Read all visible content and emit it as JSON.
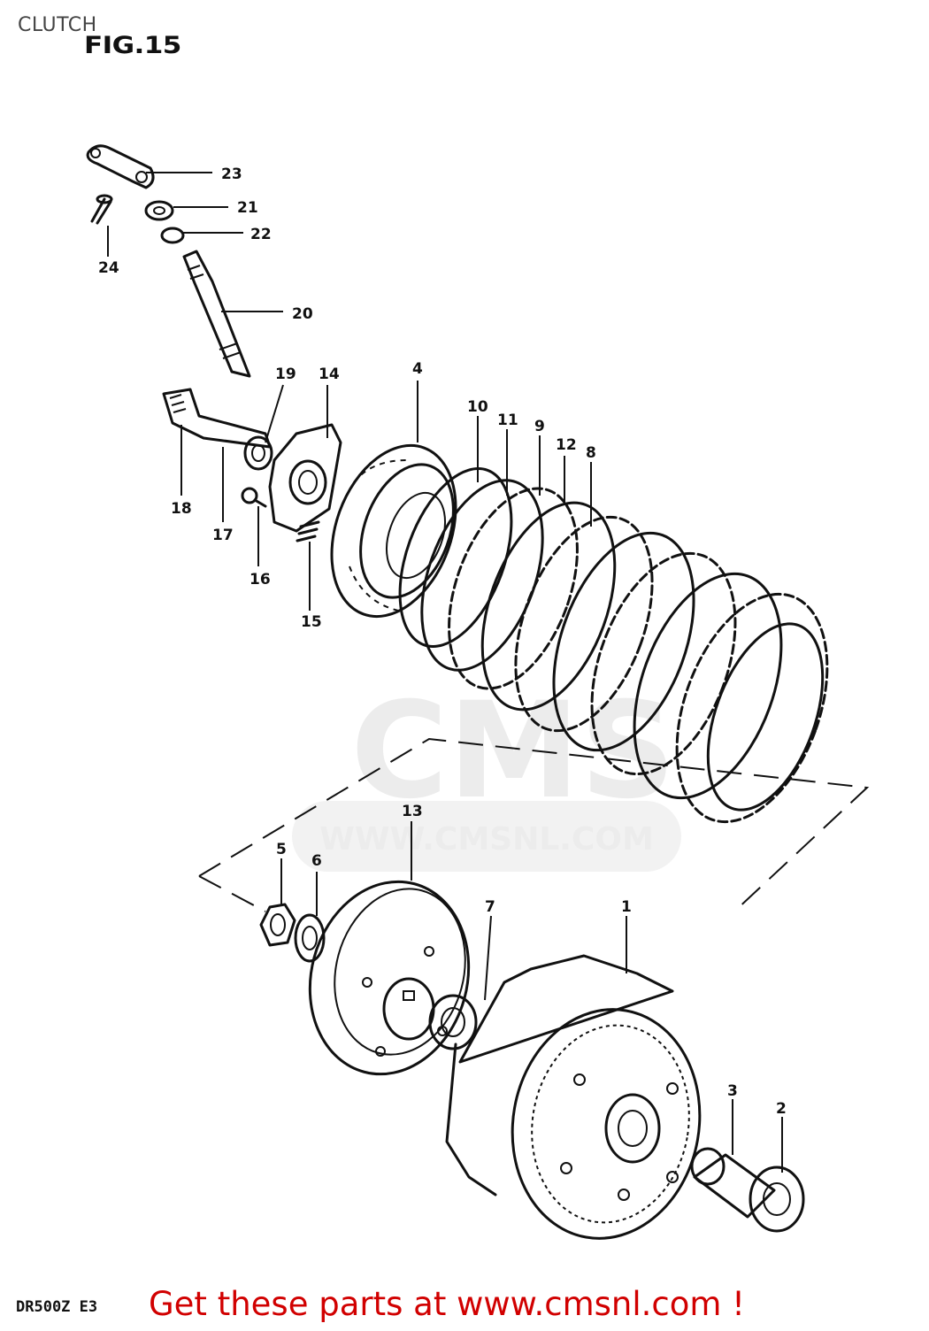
{
  "header": {
    "section_title": "CLUTCH",
    "figure_label": "FIG.15"
  },
  "watermark": {
    "brand": "CMS",
    "url": "WWW.CMSNL.COM"
  },
  "callouts": [
    "23",
    "21",
    "22",
    "24",
    "20",
    "19",
    "14",
    "4",
    "10",
    "11",
    "9",
    "12",
    "8",
    "18",
    "17",
    "16",
    "15",
    "13",
    "5",
    "6",
    "7",
    "1",
    "3",
    "2"
  ],
  "footer": {
    "model_code": "DR500Z  E3",
    "call_to_action": "Get these parts at www.cmsnl.com !"
  }
}
